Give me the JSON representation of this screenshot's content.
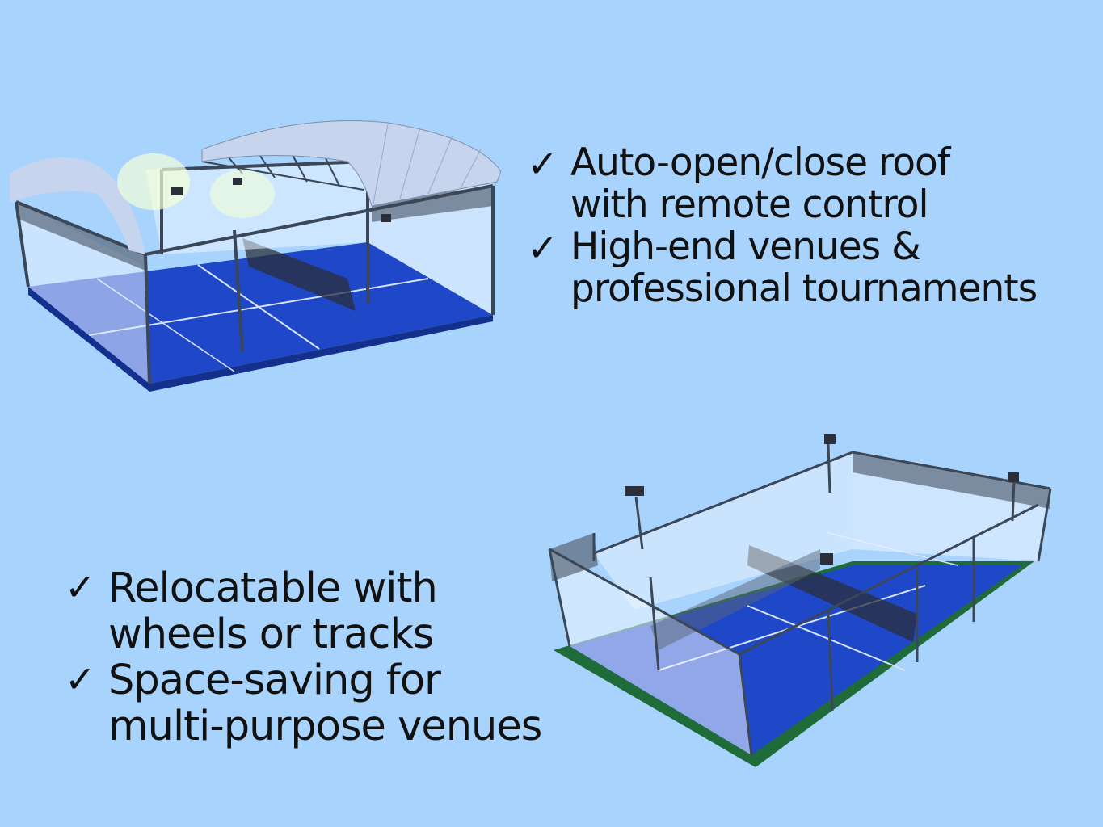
{
  "check_glyph": "✓",
  "top_features": [
    {
      "lines": [
        "Auto-open/close roof",
        "with remote control"
      ]
    },
    {
      "lines": [
        "High-end venues &",
        "professional tournaments"
      ]
    }
  ],
  "bottom_features": [
    {
      "lines": [
        "Relocatable with",
        "wheels or tracks"
      ]
    },
    {
      "lines": [
        "Space-saving for",
        "multi-purpose venues"
      ]
    }
  ],
  "colors": {
    "background": "#a7d3fd",
    "court_surface": "#1f48c9",
    "frame": "#3b4656",
    "roof": "#c6d4ee",
    "grass_border": "#1f6b3a"
  }
}
